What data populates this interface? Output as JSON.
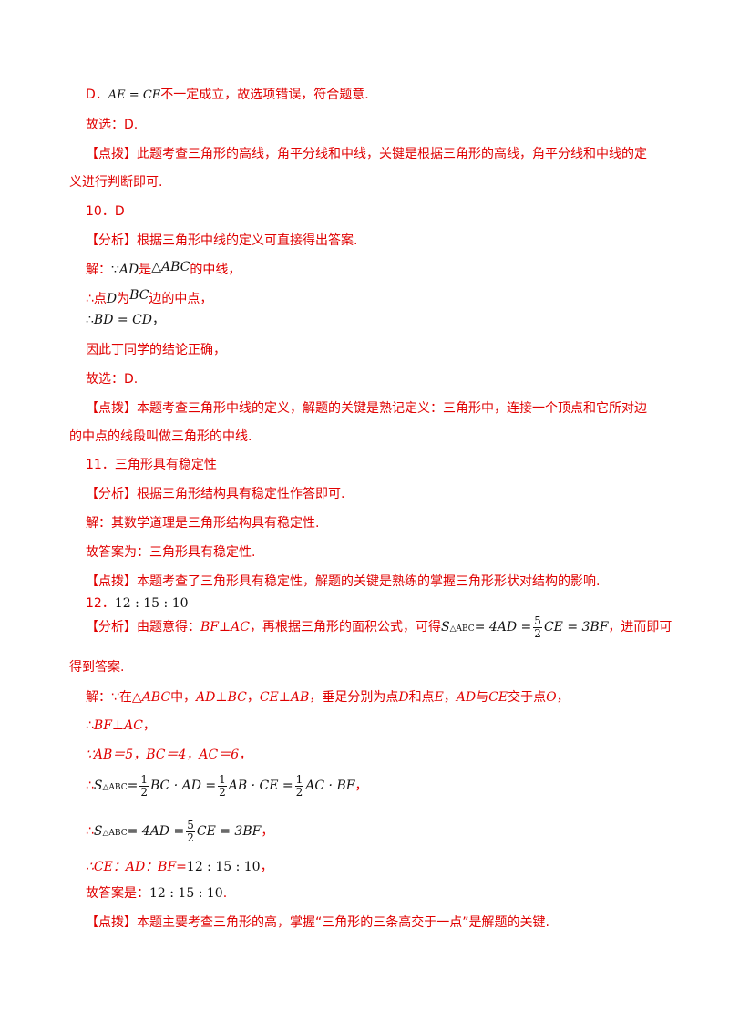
{
  "lines": {
    "d_option_suffix": "不一定成立，故选项错误，符合题意.",
    "choice_d": "故选：D.",
    "comment_label": "【点拨】",
    "analysis_label": "【分析】",
    "solution_label": "解：",
    "comment_9_a": "此题考查三角形的高线，角平分线和中线，关键是根据三角形的高线，角平分线和中线的定",
    "comment_9_b": "义进行判断即可.",
    "q10_number": "10．D",
    "q10_analysis": "根据三角形中线的定义可直接得出答案.",
    "q10_sol_1_mid": "是",
    "q10_sol_1_end": "的中线，",
    "q10_sol_2_pre": "∴点",
    "q10_sol_2_mid": "为",
    "q10_sol_2_end": "边的中点，",
    "q10_sol_3": "∴",
    "q10_sol_4": "因此丁同学的结论正确，",
    "q10_choice": "故选：D.",
    "q10_comment_a": "本题考查三角形中线的定义，解题的关键是熟记定义：三角形中，连接一个顶点和它所对边",
    "q10_comment_b": "的中点的线段叫做三角形的中线.",
    "q11_number": "11．三角形具有稳定性",
    "q11_analysis": "根据三角形结构具有稳定性作答即可.",
    "q11_sol": "其数学道理是三角形结构具有稳定性.",
    "q11_answer": "故答案为：三角形具有稳定性.",
    "q11_comment": "本题考查了三角形具有稳定性，解题的关键是熟练的掌握三角形形状对结构的影响.",
    "q12_number": "12．",
    "q12_ratio": "12 : 15 : 10",
    "q12_analysis_a": "由题意得：",
    "q12_analysis_b": "，再根据三角形的面积公式，可得",
    "q12_analysis_c": "，进而即可",
    "q12_analysis_d": "得到答案.",
    "q12_sol_1_a": "∵在△",
    "q12_sol_1_b": "中，",
    "q12_sol_1_c": "，垂足分别为点",
    "q12_sol_1_d": "和点",
    "q12_sol_1_e": "，",
    "q12_sol_1_f": "与",
    "q12_sol_1_g": "交于点",
    "q12_sol_1_h": "，",
    "q12_sol_2": "∴",
    "q12_sol_3": "∵AB＝5，BC＝4，AC＝6，",
    "q12_sol_4_pre": "∴",
    "q12_sol_5_pre": "∴",
    "q12_sol_6_pre": "∴CE：AD：BF=",
    "q12_sol_6_end": "，",
    "q12_answer_pre": "故答案是：",
    "q12_answer_end": ".",
    "q12_comment": "本题主要考查三角形的高，掌握“三角形的三条高交于一点”是解题的关键."
  },
  "math": {
    "ae_ce": "AE = CE",
    "d_label": "D．",
    "because": "∵",
    "ad": "AD",
    "tri_abc": "△ABC",
    "d": "D",
    "bc": "BC",
    "bd_cd": "BD = CD",
    "bf_perp_ac": "BF⊥AC",
    "abc": "ABC",
    "ad_perp_bc": "AD⊥BC",
    "ce_perp_ab": "CE⊥AB",
    "e": "E",
    "ce": "CE",
    "o": "O",
    "s": "S",
    "s_sub": "△ABC",
    "eq_4ad": "= 4AD =",
    "ce_3bf": "CE = 3BF",
    "five": "5",
    "two": "2",
    "one": "1",
    "bc_ad": "BC · AD =",
    "ab_ce": "AB · CE =",
    "ac_bf": "AC · BF",
    "eq": "=",
    "comma": "，"
  }
}
